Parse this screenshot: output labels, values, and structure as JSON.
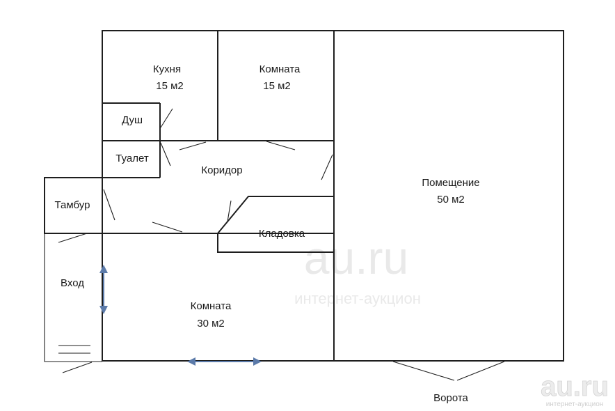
{
  "rooms": {
    "kitchen": {
      "name": "Кухня",
      "area": "15 м2"
    },
    "room_top": {
      "name": "Комната",
      "area": "15 м2"
    },
    "shower": {
      "name": "Душ"
    },
    "toilet": {
      "name": "Туалет"
    },
    "corridor": {
      "name": "Коридор"
    },
    "vestibule": {
      "name": "Тамбур"
    },
    "storage": {
      "name": "Кладовка"
    },
    "entrance": {
      "name": "Вход"
    },
    "room_big": {
      "name": "Комната",
      "area": "30 м2"
    },
    "hall": {
      "name": "Помещение",
      "area": "50 м2"
    }
  },
  "gate": {
    "name": "Ворота"
  },
  "watermark": {
    "center_logo": "au.ru",
    "center_tagline": "интернет-аукцион",
    "corner_logo": "au.ru",
    "corner_tagline": "интернет-аукцион"
  },
  "colors": {
    "walls": "#1e1e1e",
    "arrows": "#5b7aa9",
    "watermark": "#e9e9e9"
  }
}
